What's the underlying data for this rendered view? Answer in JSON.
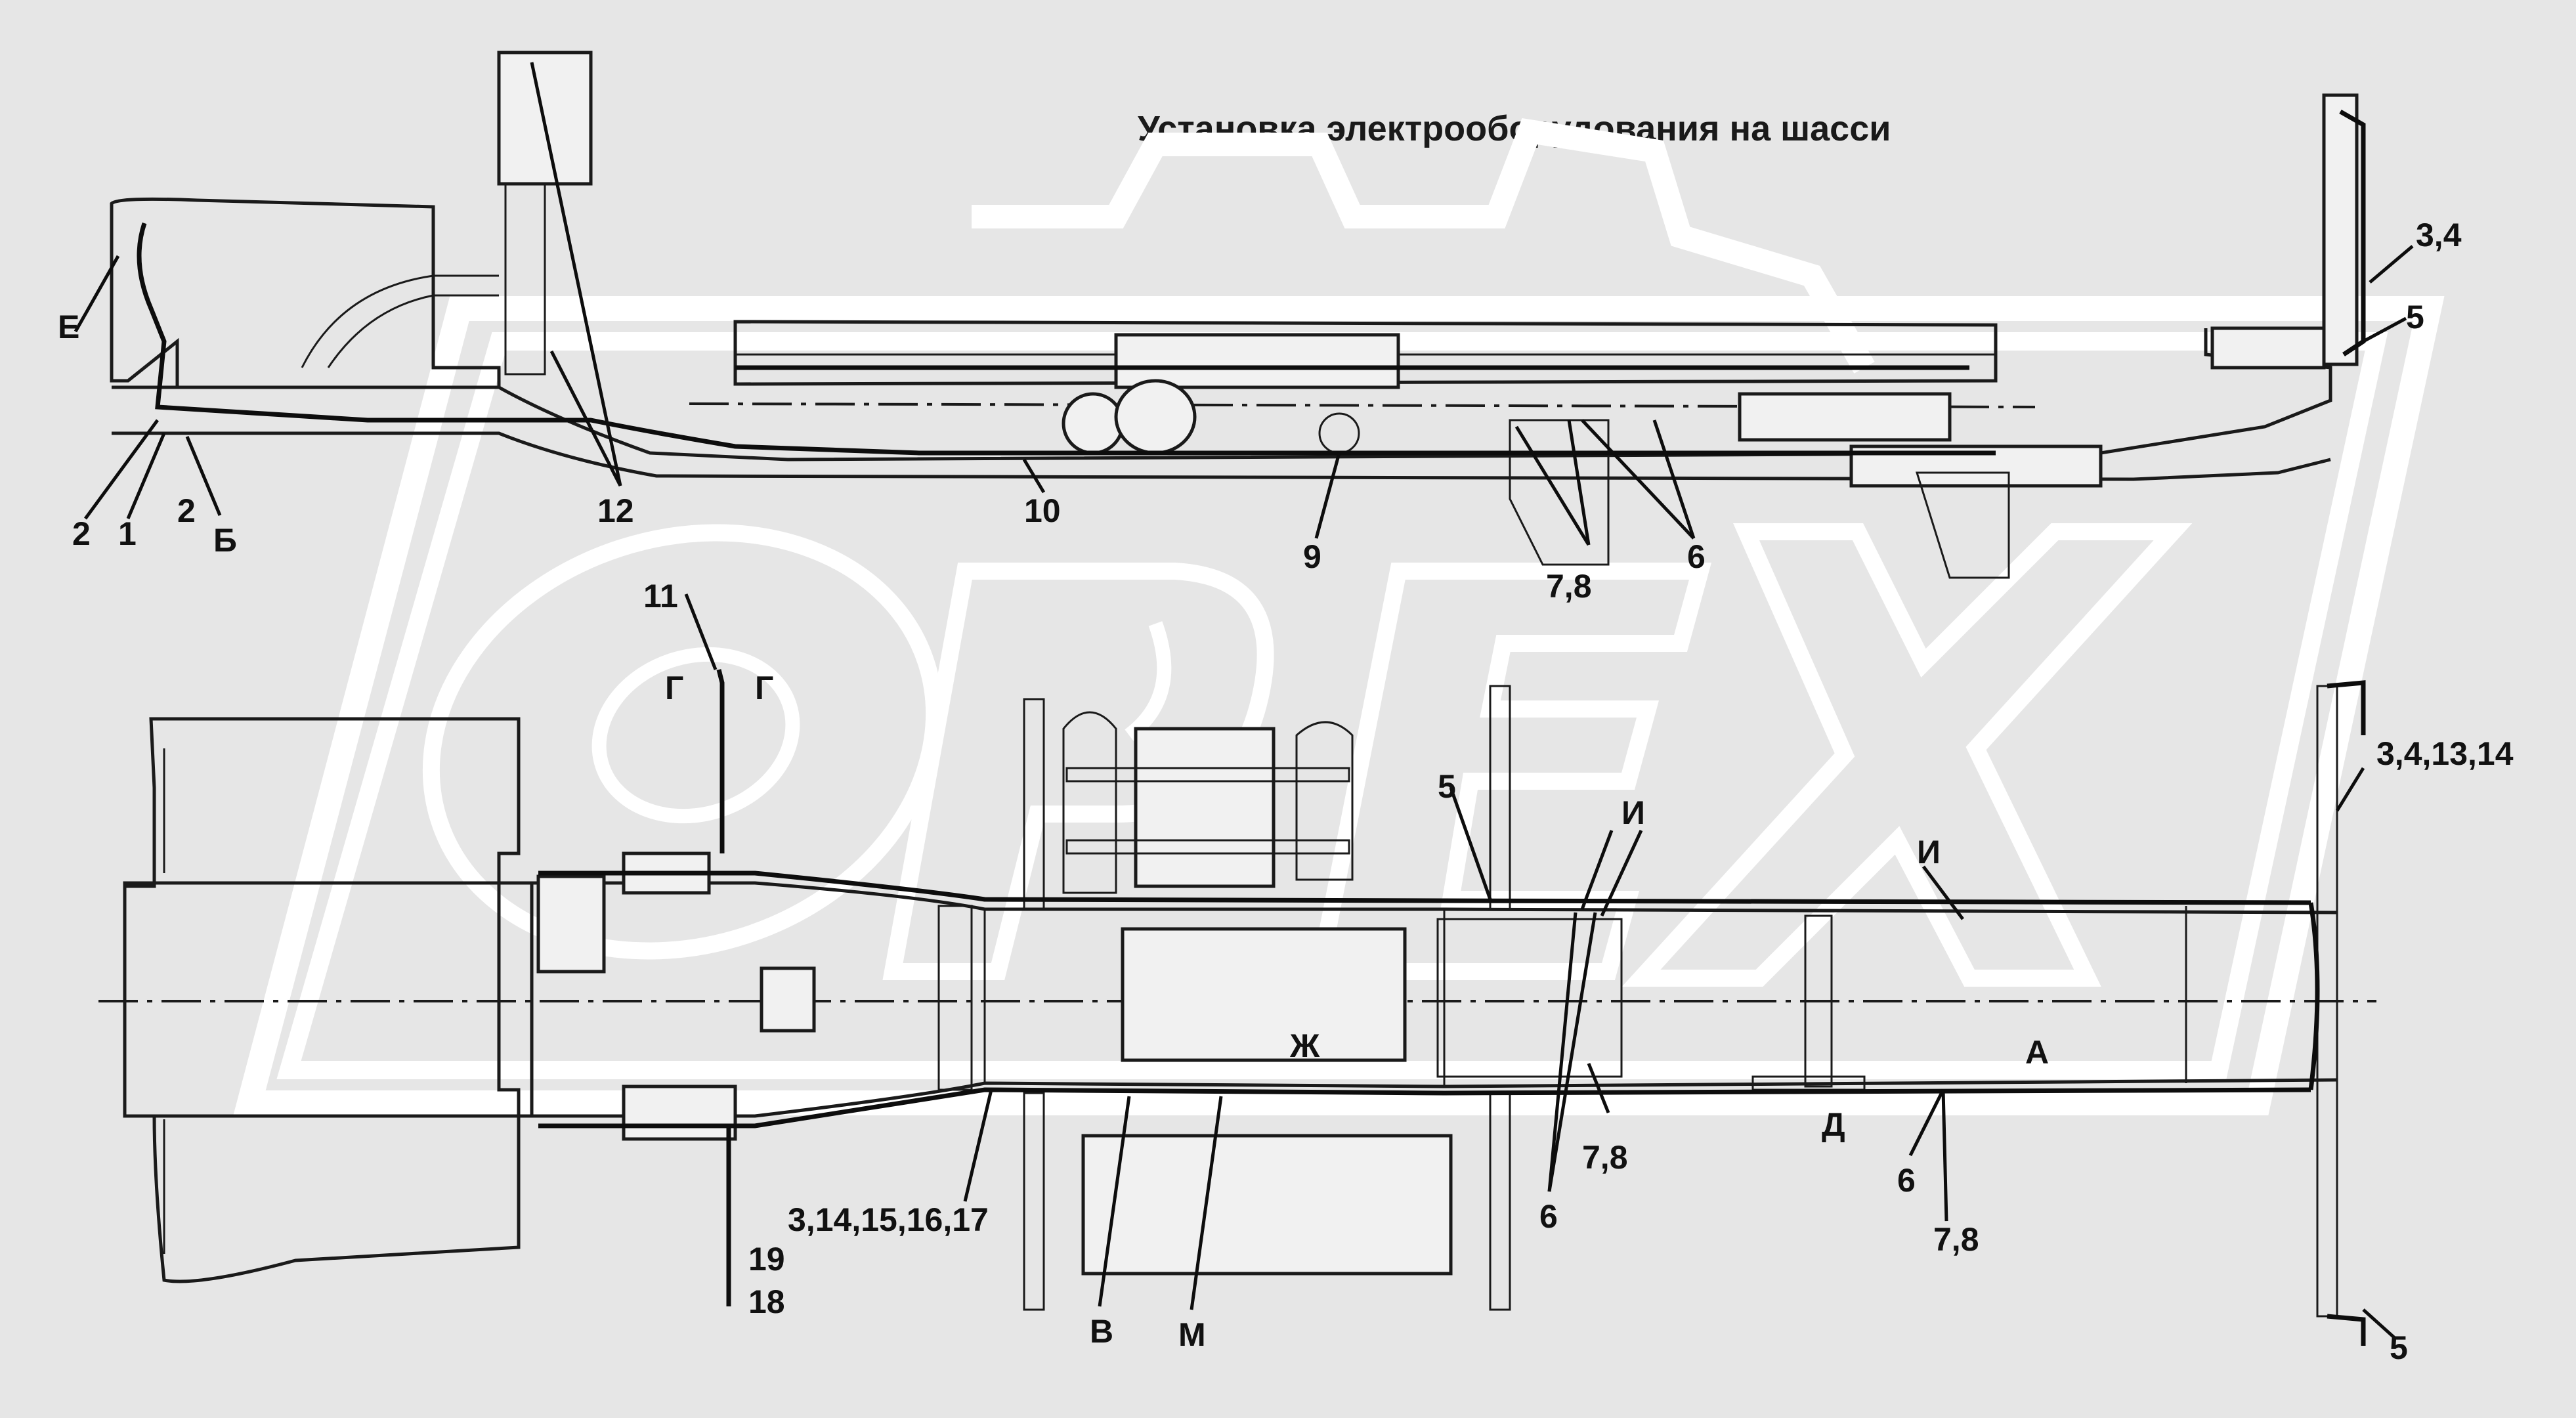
{
  "title": "Установка электрооборудования на шасси",
  "watermark": "OPEX",
  "colors": {
    "background": "#e6e6e6",
    "watermark": "#ffffff",
    "ink": "#1a1a1a"
  },
  "side_view_labels": {
    "e": "Е",
    "two_left": "2",
    "one": "1",
    "two_right": "2",
    "b": "Б",
    "twelve": "12",
    "ten": "10",
    "nine": "9",
    "seven_eight": "7,8",
    "six": "6",
    "three_four": "3,4",
    "five": "5"
  },
  "top_view_labels": {
    "eleven": "11",
    "g_left": "Г",
    "g_right": "Г",
    "five_mid": "5",
    "i_left": "И",
    "i_right": "И",
    "three_four_thirteen_fourteen": "3,4,13,14",
    "zh": "Ж",
    "a": "А",
    "d": "Д",
    "seven_eight_mid": "7,8",
    "six_mid": "6",
    "six_right": "6",
    "seven_eight_right": "7,8",
    "three_fourteen_to_seventeen": "3,14,15,16,17",
    "v": "В",
    "m": "М",
    "nineteen": "19",
    "eighteen": "18",
    "five_bottom": "5"
  }
}
